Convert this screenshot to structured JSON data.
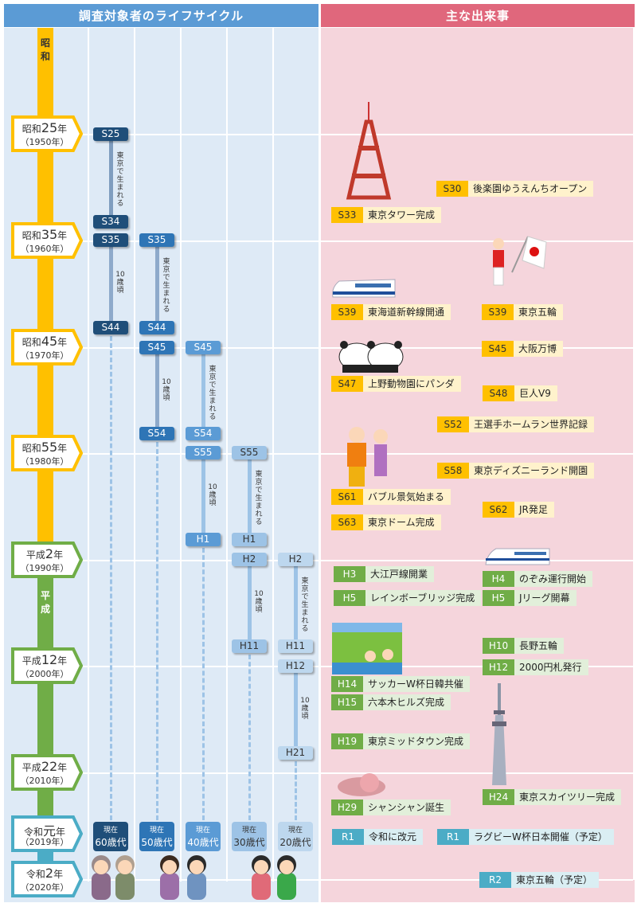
{
  "header": {
    "left_title": "調査対象者のライフサイクル",
    "right_title": "主な出来事"
  },
  "eras": [
    {
      "label": "昭和",
      "color": "#ffc000"
    },
    {
      "label": "平成",
      "color": "#70ad47"
    },
    {
      "label": "令和",
      "color": "#4bacc6"
    }
  ],
  "year_labels": [
    {
      "era": "昭和",
      "num": "25",
      "suffix": "年",
      "western": "（1950年）",
      "color": "#ffc000"
    },
    {
      "era": "昭和",
      "num": "35",
      "suffix": "年",
      "western": "（1960年）",
      "color": "#ffc000"
    },
    {
      "era": "昭和",
      "num": "45",
      "suffix": "年",
      "western": "（1970年）",
      "color": "#ffc000"
    },
    {
      "era": "昭和",
      "num": "55",
      "suffix": "年",
      "western": "（1980年）",
      "color": "#ffc000"
    },
    {
      "era": "平成",
      "num": "2",
      "suffix": "年",
      "western": "（1990年）",
      "color": "#70ad47"
    },
    {
      "era": "平成",
      "num": "12",
      "suffix": "年",
      "western": "（2000年）",
      "color": "#70ad47"
    },
    {
      "era": "平成",
      "num": "22",
      "suffix": "年",
      "western": "（2010年）",
      "color": "#70ad47"
    },
    {
      "era": "令和",
      "num": "元",
      "suffix": "年",
      "western": "（2019年）",
      "color": "#4bacc6"
    },
    {
      "era": "令和",
      "num": "2",
      "suffix": "年",
      "western": "（2020年）",
      "color": "#4bacc6"
    }
  ],
  "cohorts": [
    {
      "color": "#1f4e79",
      "text_color": "#ffffff",
      "badges": [
        "S25",
        "S34",
        "S35",
        "S44"
      ],
      "born_note": "東京で生まれる",
      "age_note": "10歳頃",
      "now_label": "現在",
      "age_label": "60歳代"
    },
    {
      "color": "#2e75b6",
      "text_color": "#ffffff",
      "badges": [
        "S35",
        "S44",
        "S45",
        "S54"
      ],
      "born_note": "東京で生まれる",
      "age_note": "10歳頃",
      "now_label": "現在",
      "age_label": "50歳代"
    },
    {
      "color": "#5b9bd5",
      "text_color": "#ffffff",
      "badges": [
        "S45",
        "S54",
        "S55",
        "H1"
      ],
      "born_note": "東京で生まれる",
      "age_note": "10歳頃",
      "now_label": "現在",
      "age_label": "40歳代"
    },
    {
      "color": "#9dc3e6",
      "text_color": "#333333",
      "badges": [
        "S55",
        "H1",
        "H2",
        "H11"
      ],
      "born_note": "東京で生まれる",
      "age_note": "10歳頃",
      "now_label": "現在",
      "age_label": "30歳代"
    },
    {
      "color": "#bdd7ee",
      "text_color": "#333333",
      "badges": [
        "H2",
        "H11",
        "H12",
        "H21"
      ],
      "born_note": "東京で生まれる",
      "age_note": "10歳頃",
      "now_label": "現在",
      "age_label": "20歳代"
    }
  ],
  "event_styles": {
    "S": {
      "code_bg": "#ffc000",
      "code_fg": "#333333",
      "text_bg": "#fff2cc"
    },
    "H": {
      "code_bg": "#70ad47",
      "code_fg": "#ffffff",
      "text_bg": "#e2efda"
    },
    "R": {
      "code_bg": "#4bacc6",
      "code_fg": "#ffffff",
      "text_bg": "#daeef3"
    }
  },
  "events": [
    {
      "code": "S30",
      "text": "後楽園ゆうえんちオープン"
    },
    {
      "code": "S33",
      "text": "東京タワー完成"
    },
    {
      "code": "S39",
      "text": "東海道新幹線開通"
    },
    {
      "code": "S39",
      "text": "東京五輪"
    },
    {
      "code": "S45",
      "text": "大阪万博"
    },
    {
      "code": "S47",
      "text": "上野動物園にパンダ"
    },
    {
      "code": "S48",
      "text": "巨人V9"
    },
    {
      "code": "S52",
      "text": "王選手ホームラン世界記録"
    },
    {
      "code": "S58",
      "text": "東京ディズニーランド開園"
    },
    {
      "code": "S61",
      "text": "バブル景気始まる"
    },
    {
      "code": "S62",
      "text": "JR発足"
    },
    {
      "code": "S63",
      "text": "東京ドーム完成"
    },
    {
      "code": "H3",
      "text": "大江戸線開業"
    },
    {
      "code": "H4",
      "text": "のぞみ運行開始"
    },
    {
      "code": "H5",
      "text": "レインボーブリッジ完成"
    },
    {
      "code": "H5",
      "text": "Jリーグ開幕"
    },
    {
      "code": "H10",
      "text": "長野五輪"
    },
    {
      "code": "H12",
      "text": "2000円札発行"
    },
    {
      "code": "H14",
      "text": "サッカーW杯日韓共催"
    },
    {
      "code": "H15",
      "text": "六本木ヒルズ完成"
    },
    {
      "code": "H19",
      "text": "東京ミッドタウン完成"
    },
    {
      "code": "H24",
      "text": "東京スカイツリー完成"
    },
    {
      "code": "H29",
      "text": "シャンシャン誕生"
    },
    {
      "code": "R1",
      "text": "令和に改元"
    },
    {
      "code": "R1",
      "text": "ラグビーW杯日本開催（予定）"
    },
    {
      "code": "R2",
      "text": "東京五輪（予定）"
    }
  ]
}
